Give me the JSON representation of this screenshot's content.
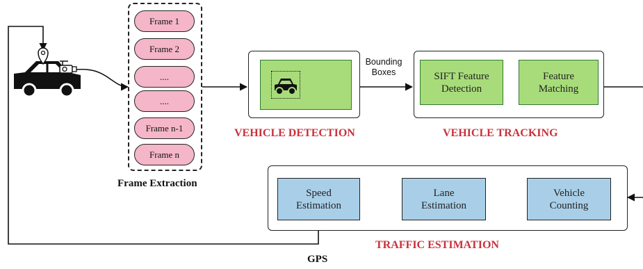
{
  "frames": [
    "Frame 1",
    "Frame 2",
    "....",
    "....",
    "Frame n-1",
    "Frame n"
  ],
  "labels": {
    "frame_extraction": "Frame Extraction",
    "bounding_boxes_line1": "Bounding",
    "bounding_boxes_line2": "Boxes",
    "vehicle_detection": "VEHICLE DETECTION",
    "vehicle_tracking": "VEHICLE TRACKING",
    "traffic_estimation": "TRAFFIC ESTIMATION",
    "gps": "GPS"
  },
  "tracking_steps": [
    {
      "line1": "SIFT Feature",
      "line2": "Detection"
    },
    {
      "line1": "Feature",
      "line2": "Matching"
    }
  ],
  "estimation_steps": [
    {
      "line1": "Speed",
      "line2": "Estimation"
    },
    {
      "line1": "Lane",
      "line2": "Estimation"
    },
    {
      "line1": "Vehicle",
      "line2": "Counting"
    }
  ],
  "colors": {
    "frame_fill": "#f4b6c8",
    "green_fill": "#a8dc7a",
    "blue_fill": "#a9cfe8",
    "section_label": "#c8323c",
    "line": "#111111"
  },
  "icons": [
    "car-icon",
    "location-pin-icon",
    "camera-icon",
    "car-detected-icon"
  ]
}
